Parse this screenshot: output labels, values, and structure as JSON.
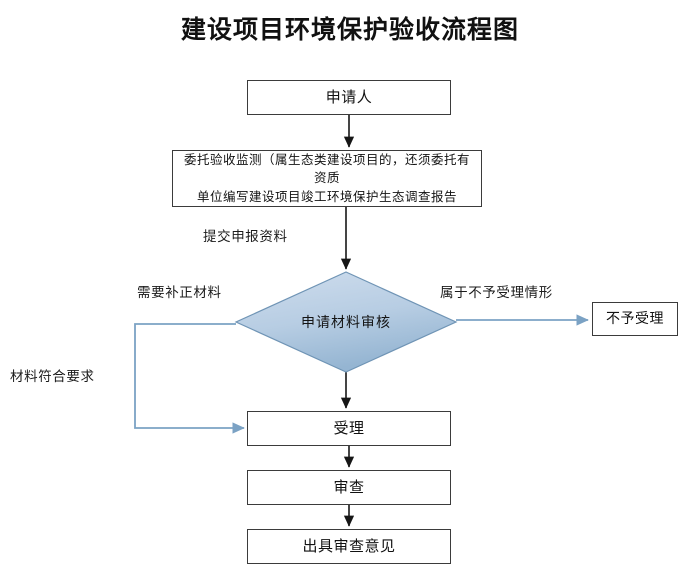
{
  "title": "建设项目环境保护验收流程图",
  "colors": {
    "diamond_fill_light": "#c3d5e8",
    "diamond_fill_dark": "#8fb0cd",
    "diamond_stroke": "#6f94b5",
    "connector_blue": "#7ba2c4",
    "connector_black": "#161616",
    "box_stroke": "#3b3b3b",
    "text": "#121212"
  },
  "nodes": {
    "applicant": {
      "label": "申请人",
      "shape": "rectangle"
    },
    "entrust": {
      "label": "委托验收监测（属生态类建设项目的，还须委托有资质\n单位编写建设项目竣工环境保护生态调查报告",
      "shape": "rectangle"
    },
    "material_review": {
      "label": "申请材料审核",
      "shape": "diamond"
    },
    "not_accepted": {
      "label": "不予受理",
      "shape": "rectangle"
    },
    "accept": {
      "label": "受理",
      "shape": "rectangle"
    },
    "examine": {
      "label": "审查",
      "shape": "rectangle"
    },
    "issue_opinion": {
      "label": "出具审查意见",
      "shape": "rectangle"
    }
  },
  "edge_labels": {
    "submit_materials": "提交申报资料",
    "need_supplement": "需要补正材料",
    "belongs_not_accepted": "属于不予受理情形",
    "materials_conform": "材料符合要求"
  },
  "flow": {
    "edges": [
      {
        "from": "applicant",
        "to": "entrust",
        "label": ""
      },
      {
        "from": "entrust",
        "to": "material_review",
        "label": "提交申报资料"
      },
      {
        "from": "material_review",
        "to": "not_accepted",
        "label": "属于不予受理情形"
      },
      {
        "from": "material_review",
        "to": "accept",
        "label": "材料符合要求"
      },
      {
        "from": "material_review",
        "to": "accept",
        "label": "需要补正材料"
      },
      {
        "from": "accept",
        "to": "examine",
        "label": ""
      },
      {
        "from": "examine",
        "to": "issue_opinion",
        "label": ""
      }
    ]
  }
}
